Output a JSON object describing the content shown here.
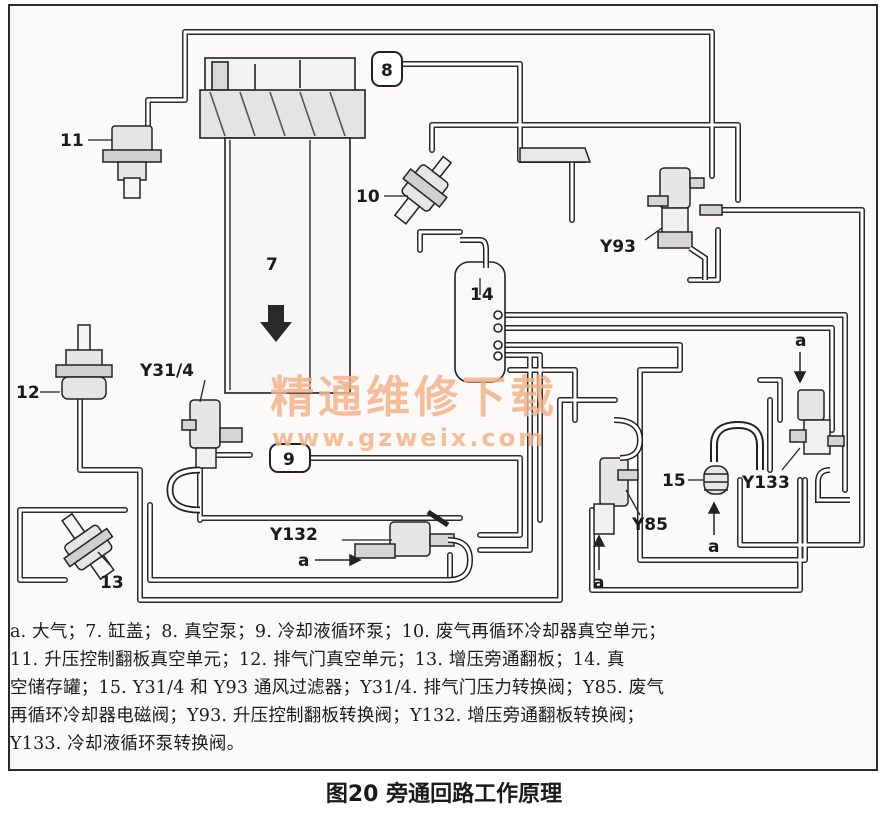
{
  "diagram": {
    "labels": {
      "l7": "7",
      "l8": "8",
      "l9": "9",
      "l10": "10",
      "l11": "11",
      "l12": "12",
      "l13": "13",
      "l14": "14",
      "l15": "15",
      "y31": "Y31/4",
      "y93": "Y93",
      "y85": "Y85",
      "y132": "Y132",
      "y133": "Y133",
      "a1": "a",
      "a2": "a",
      "a3": "a",
      "a4": "a"
    },
    "watermark": {
      "line1": "精通维修下载",
      "line2": "www.gzweix.com"
    }
  },
  "legend": {
    "line1": "a. 大气；7. 缸盖；8. 真空泵；9. 冷却液循环泵；10. 废气再循环冷却器真空单元；",
    "line2": "11. 升压控制翻板真空单元；12. 排气门真空单元；13. 增压旁通翻板；14. 真",
    "line3": "空储存罐；15. Y31/4 和 Y93 通风过滤器；Y31/4. 排气门压力转换阀；Y85. 废气",
    "line4": "再循环冷却器电磁阀；Y93. 升压控制翻板转换阀；Y132. 增压旁通翻板转换阀；",
    "line5": "Y133. 冷却液循环泵转换阀。"
  },
  "caption": "图20 旁通回路工作原理"
}
